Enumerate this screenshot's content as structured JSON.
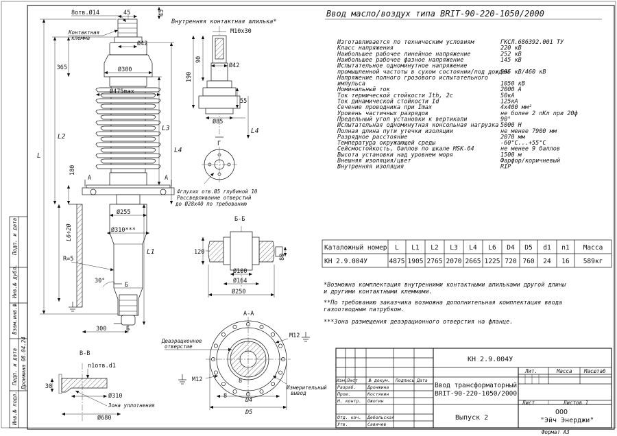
{
  "title": "Ввод масло/воздух  типа BRIT-90-220-1050/2000",
  "specs": [
    {
      "label": "Изготавливается по техническим условиям",
      "value": "ГКСЛ.686392.001 ТУ"
    },
    {
      "label": "Класс напряжения",
      "value": "220 кВ"
    },
    {
      "label": "Наибольшее рабочее линейное напряжение",
      "value": "252 кВ"
    },
    {
      "label": "Наибольшее рабочее фазное напряжение",
      "value": "145 кВ"
    },
    {
      "label": "Испытательное одноминутное напряжение",
      "value": ""
    },
    {
      "label": "промышленной частоты в сухом состоянии/под дождем",
      "value": "505 кВ/460 кВ"
    },
    {
      "label": "Напряжение полного грозового испытательного",
      "value": ""
    },
    {
      "label": "импульса",
      "value": "1050 кВ"
    },
    {
      "label": "Номинальный ток",
      "value": "2000 А"
    },
    {
      "label": "Ток термической стойкости Ith, 2с",
      "value": "50кА"
    },
    {
      "label": "Ток динамической стойкости Id",
      "value": "125кА"
    },
    {
      "label": "Сечение проводника при Imax",
      "value": "4х400 мм²"
    },
    {
      "label": "Уровень частичных разрядов",
      "value": "не более 2 пКл при 20ф"
    },
    {
      "label": "Предельный угол установки к вертикали",
      "value": "90°"
    },
    {
      "label": "Испытательная одноминутная консольная нагрузка",
      "value": "5000 Н"
    },
    {
      "label": "Полная длина пути утечки изоляции",
      "value": "не менее 7900 мм"
    },
    {
      "label": "Разрядное расстояние",
      "value": "2070 мм"
    },
    {
      "label": "Температура окружающей среды",
      "value": "-60°С...+55°С"
    },
    {
      "label": "Сейсмостойкость, баллов по шкале MSK-64",
      "value": "не менее 9 баллов"
    },
    {
      "label": "Высота установки над уровнем моря",
      "value": "1500 м"
    },
    {
      "label": "Внешняя изоляция/цвет",
      "value": "Фарфор/коричневый"
    },
    {
      "label": "Внутренняя изоляция",
      "value": "RIP"
    }
  ],
  "table": {
    "headers": [
      "Каталожный номер",
      "L",
      "L1",
      "L2",
      "L3",
      "L4",
      "L6",
      "D4",
      "D5",
      "d1",
      "n1",
      "Масса"
    ],
    "row": [
      "КН 2.9.004У",
      "4875",
      "1905",
      "2765",
      "2070",
      "2665",
      "1225",
      "720",
      "760",
      "24",
      "16",
      "589кг"
    ]
  },
  "notes": [
    "*Возможна комплектация внутренними   контактными шпильками другой длины",
    "  и другими контактными клеммами.",
    "**По требованию заказчика возможна  дополнительная комплектация ввода",
    "   газоотводным патрубком.",
    "***Зона размещения деаэрационного   отверстия на фланце."
  ],
  "drawing": {
    "bolts_top": "8отв.Ø14",
    "contact_clamp_1": "Контактная",
    "contact_clamp_2": "клемма",
    "d42": "Ø42",
    "d300": "Ø300",
    "d475": "Ø475max",
    "d255": "Ø255",
    "d310": "Ø310***",
    "dim45a": "45",
    "dim45b": "45",
    "dim365": "365",
    "dim180": "180",
    "dimL": "L",
    "dimL1": "L1",
    "dimL2": "L2",
    "dimL3": "L3",
    "dimL4": "L4",
    "dimL6": "L6÷20",
    "r5": "R=5",
    "a30": "30°",
    "dim300": "300",
    "markA": "А",
    "markB": "Б",
    "inner_pin": "Внутренняя контактная шпилька*",
    "m10": "M10х30",
    "dim90": "90",
    "dim190": "190",
    "dim55": "55",
    "d85": "Ø85",
    "markG": "Г",
    "holes_note": "4глухих отв.Ø5 глубиной 10",
    "drill_note_1": "Рассверливание отверстий",
    "drill_note_2": "до Ø28х40 по требованию",
    "section_bb": "Б-Б",
    "dim120": "120",
    "dim80": "80",
    "d100": "Ø100",
    "d164": "Ø164",
    "d250": "Ø250",
    "section_aa": "А-А",
    "deaer_1": "Деаэрационное",
    "deaer_2": "отверстие",
    "m12a": "M12",
    "m12b": "M12",
    "meas_1": "Измерительный",
    "meas_2": "вывод",
    "dimD4": "D4",
    "dimD5": "D5",
    "dim8a": "8",
    "dim8b": "8",
    "section_vv": "В-В",
    "holes_d1": "n1отв.d1",
    "dim30": "30",
    "d310b": "Ø310",
    "seal_zone": "Зона уплотнения",
    "d680": "Ø680"
  },
  "sidebar": {
    "f1": "Подп. и дата",
    "f2": "Инв.№ дубл.",
    "f3": "Взам.инв.№",
    "f4": "Подп. и дата",
    "f5": "Дронжина 08.04.24",
    "f6": "Инв.№ подл."
  },
  "stamp": {
    "code": "КН 2.9.004У",
    "name_1": "Ввод трансформаторный",
    "name_2": "BRIT-90-220-1050/2000",
    "issue": "Выпуск 2",
    "h_izm": "Изм.",
    "h_list": "Лист",
    "h_doc": "№ докум.",
    "h_sign": "Подпись",
    "h_date": "Дата",
    "r1_role": "Разраб.",
    "r1_name": "Дронжина",
    "r2_role": "Пров.",
    "r2_name": "Костякин",
    "r3_role": "Н. контр.",
    "r3_name": "Ожогин",
    "r4_role": "Отд. кач.",
    "r4_name": "Дебольская",
    "r5_role": "Утв.",
    "r5_name": "Савичев",
    "lit": "Лит.",
    "mass": "Масса",
    "scale": "Масштаб",
    "sheet": "Лист",
    "sheets": "Листов 1",
    "org_1": "ООО",
    "org_2": "\"Эйч Энерджи\"",
    "format": "Формат А3"
  }
}
